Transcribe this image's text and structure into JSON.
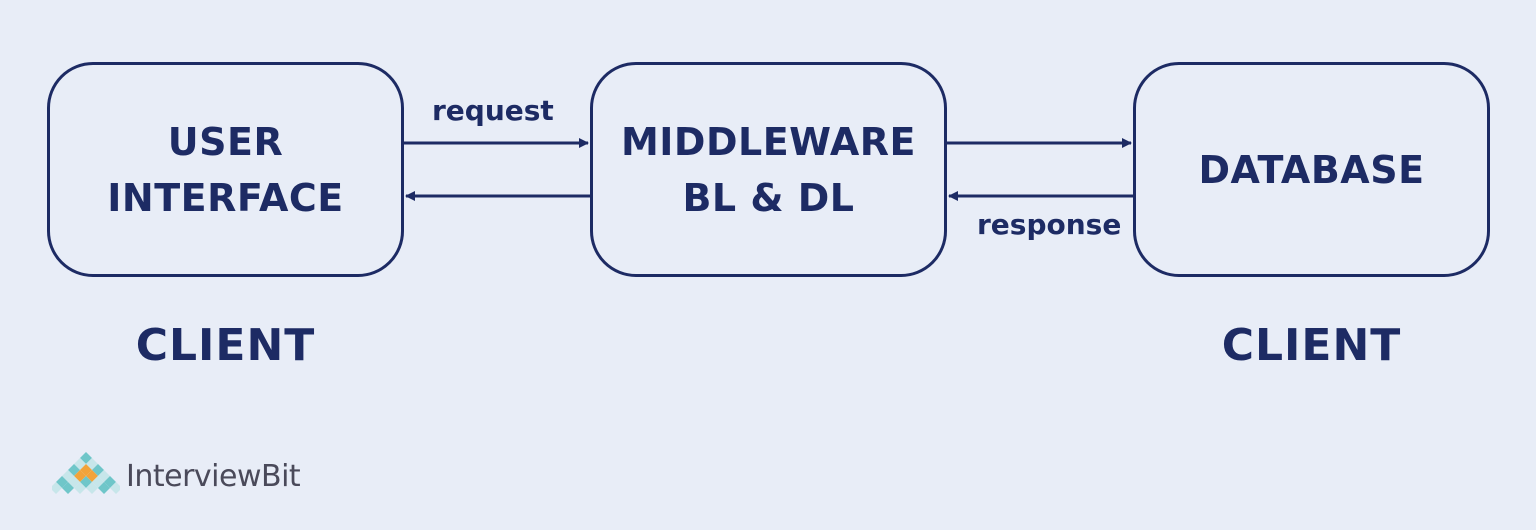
{
  "boxes": {
    "user_interface": [
      "USER",
      "INTERFACE"
    ],
    "middleware": [
      "MIDDLEWARE",
      "BL & DL"
    ],
    "database": [
      "DATABASE"
    ]
  },
  "arrows": {
    "request_label": "request",
    "response_label": "response"
  },
  "tiers": {
    "left": "CLIENT",
    "right": "CLIENT"
  },
  "logo": {
    "text": "InterviewBit"
  },
  "colors": {
    "background": "#e8edf7",
    "primary": "#1d2b64",
    "logo_text": "#4a4a5a",
    "logo_orange": "#f2a33a",
    "logo_teal": "#6fc6c9",
    "logo_light": "#c7e6ea"
  }
}
